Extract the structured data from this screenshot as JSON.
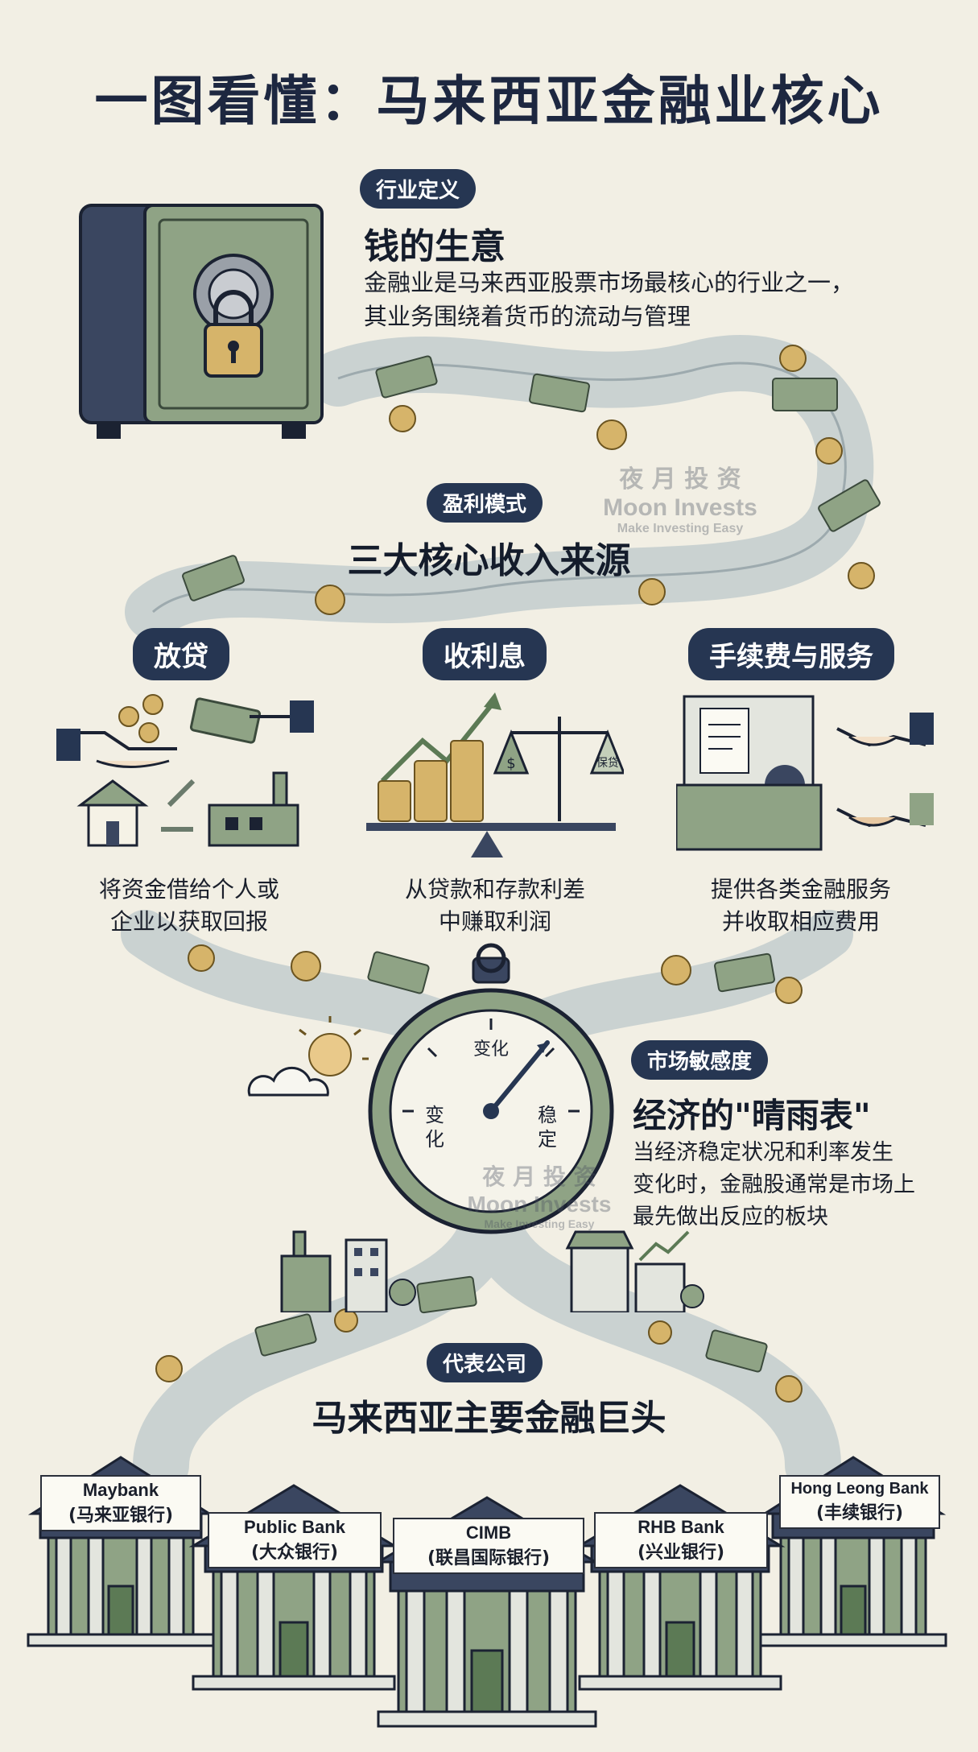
{
  "title": "一图看懂：马来西亚金融业核心",
  "definition": {
    "tag": "行业定义",
    "heading": "钱的生意",
    "lines": [
      "金融业是马来西亚股票市场最核心的行业之一，",
      "其业务围绕着货币的流动与管理"
    ]
  },
  "profit": {
    "tag": "盈利模式",
    "heading": "三大核心收入来源",
    "columns": [
      {
        "title": "放贷",
        "lines": [
          "将资金借给个人或",
          "企业以获取回报"
        ]
      },
      {
        "title": "收利息",
        "lines": [
          "从贷款和存款利差",
          "中赚取利润"
        ],
        "scale_label": "保贷"
      },
      {
        "title": "手续费与服务",
        "lines": [
          "提供各类金融服务",
          "并收取相应费用"
        ]
      }
    ]
  },
  "market": {
    "tag": "市场敏感度",
    "heading": "经济的\"晴雨表\"",
    "lines": [
      "当经济稳定状况和利率发生",
      "变化时，金融股通常是市场上",
      "最先做出反应的板块"
    ],
    "gauge": {
      "left": "变化",
      "top": "变化",
      "right": "稳定"
    }
  },
  "companies": {
    "tag": "代表公司",
    "heading": "马来西亚主要金融巨头",
    "banks": [
      {
        "name": "Maybank",
        "cn": "(马来亚银行)"
      },
      {
        "name": "Public Bank",
        "cn": "(大众银行)"
      },
      {
        "name": "CIMB",
        "cn": "(联昌国际银行)"
      },
      {
        "name": "RHB Bank",
        "cn": "(兴业银行)"
      },
      {
        "name": "Hong Leong Bank",
        "cn": "(丰续银行)"
      }
    ]
  },
  "watermark": {
    "cn": "夜 月 投 资",
    "en": "Moon Invests",
    "slogan": "Make Investing Easy"
  },
  "colors": {
    "navy": "#263652",
    "sage": "#8fa385",
    "paper": "#f2efe4",
    "gold": "#d6b46a"
  }
}
